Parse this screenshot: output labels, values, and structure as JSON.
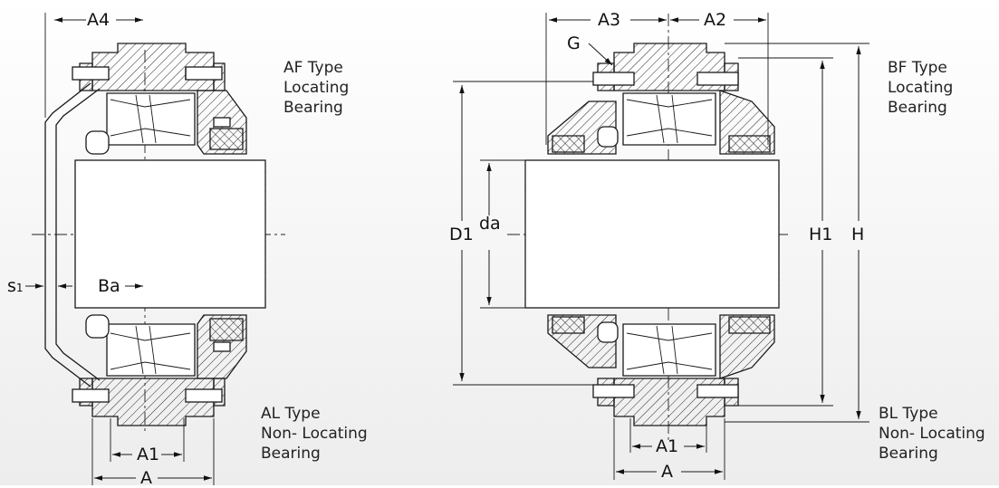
{
  "left_view": {
    "type_top": [
      "AF Type",
      "Locating",
      "Bearing"
    ],
    "type_bottom": [
      "AL Type",
      "Non- Locating",
      "Bearing"
    ],
    "dims": {
      "A4": "A4",
      "A1": "A1",
      "A": "A",
      "Ba": "Ba",
      "s1_main": "s",
      "s1_sub": "1"
    }
  },
  "right_view": {
    "type_top": [
      "BF Type",
      "Locating",
      "Bearing"
    ],
    "type_bottom": [
      "BL Type",
      "Non- Locating",
      "Bearing"
    ],
    "dims": {
      "A3": "A3",
      "A2": "A2",
      "G": "G",
      "D1": "D1",
      "da": "da",
      "H1": "H1",
      "H": "H",
      "A1": "A1",
      "A": "A"
    }
  }
}
